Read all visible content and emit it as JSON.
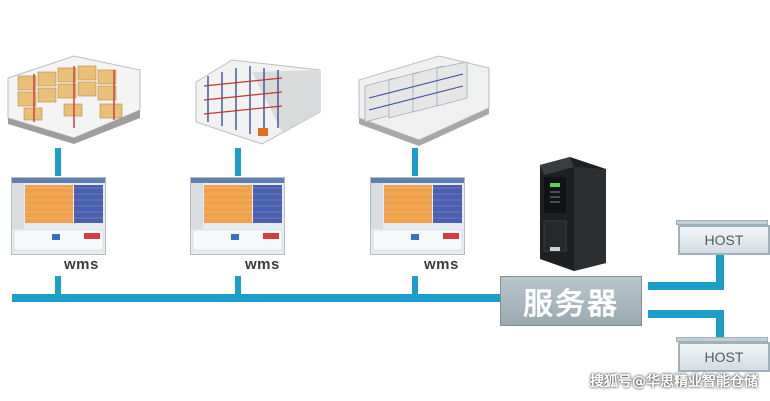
{
  "colors": {
    "bus": "#1b9fc9",
    "server_label_bg": "#a8b6bd",
    "host_border": "#9fb2bb",
    "screen_orange": "#f0a24a",
    "screen_blue": "#4a5fb0"
  },
  "clients": [
    {
      "label": "wms"
    },
    {
      "label": "wms"
    },
    {
      "label": "wms"
    }
  ],
  "server": {
    "label": "服务器"
  },
  "hosts": [
    {
      "label": "HOST"
    },
    {
      "label": "HOST"
    }
  ],
  "watermark": "搜狐号@华思精业智能仓储"
}
